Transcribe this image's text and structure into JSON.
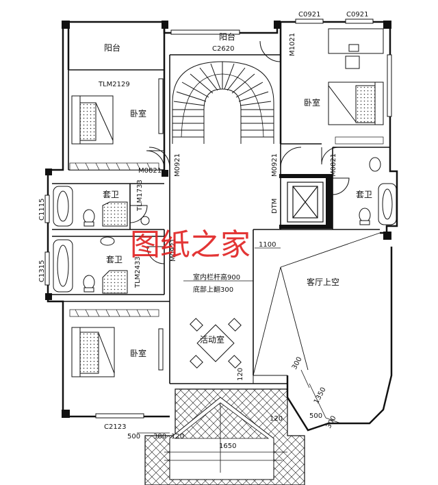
{
  "watermark": "图纸之家",
  "rooms": {
    "balcony_left": "阳台",
    "balcony_top": "阳台",
    "bedroom_top_left": "卧室",
    "bedroom_top_right": "卧室",
    "bedroom_bottom_left": "卧室",
    "bath_left_upper": "套卫",
    "bath_left_lower": "套卫",
    "bath_right": "套卫",
    "living_void": "客厅上空",
    "activity_room": "活动室"
  },
  "openings": {
    "c2620": "C2620",
    "c0921_a": "C0921",
    "c0921_b": "C0921",
    "m1021": "M1021",
    "tlm2129": "TLM2129",
    "m0921_a": "M0921",
    "m0921_b": "M0921",
    "m0821_a": "M0821",
    "m0821_b": "M0821",
    "tlm1733": "TLM1733",
    "tlm2433": "TLM2433",
    "m0921_c": "M0921",
    "c1115": "C1115",
    "c1315": "C1315",
    "c2123": "C2123",
    "dtm": "DTM"
  },
  "notes": {
    "rail_height": "室内栏杆高900",
    "sill": "底部上翻300"
  },
  "dimensions": {
    "d1100": "1100",
    "d300_a": "300",
    "d1350": "1350",
    "d500_a": "500",
    "d300_b": "300",
    "d120_a": "120",
    "d500_b": "500",
    "d380": "380",
    "d120_b": "120",
    "d120_c": "120",
    "d1650": "1650"
  }
}
